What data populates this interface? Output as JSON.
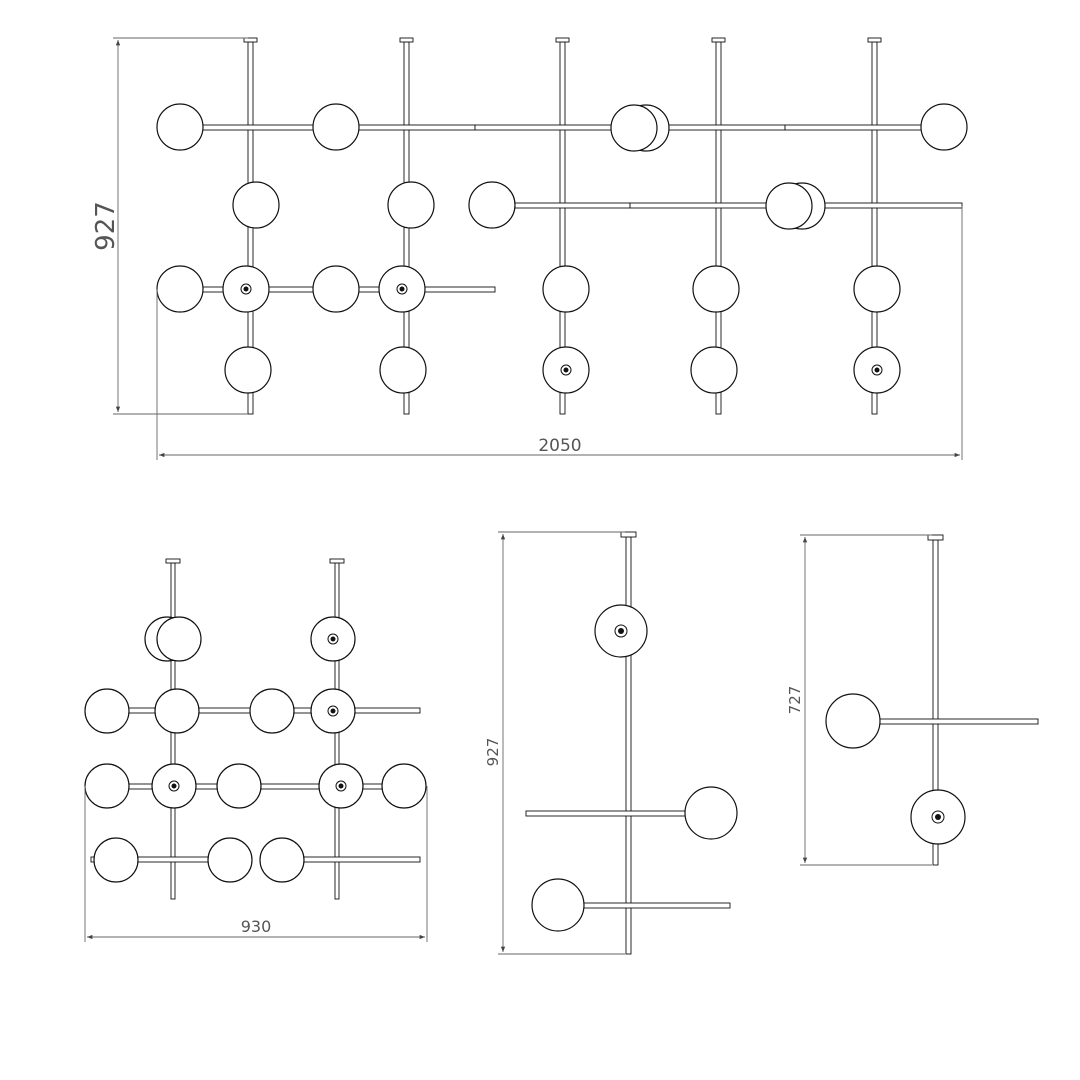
{
  "dimensions": {
    "main_height": "927",
    "main_width": "2050",
    "side_width": "930",
    "profile_a_height": "927",
    "profile_b_height": "727"
  },
  "colors": {
    "line": "#111111",
    "dimension": "#666666",
    "dimension_text": "#555555",
    "background": "#ffffff"
  }
}
